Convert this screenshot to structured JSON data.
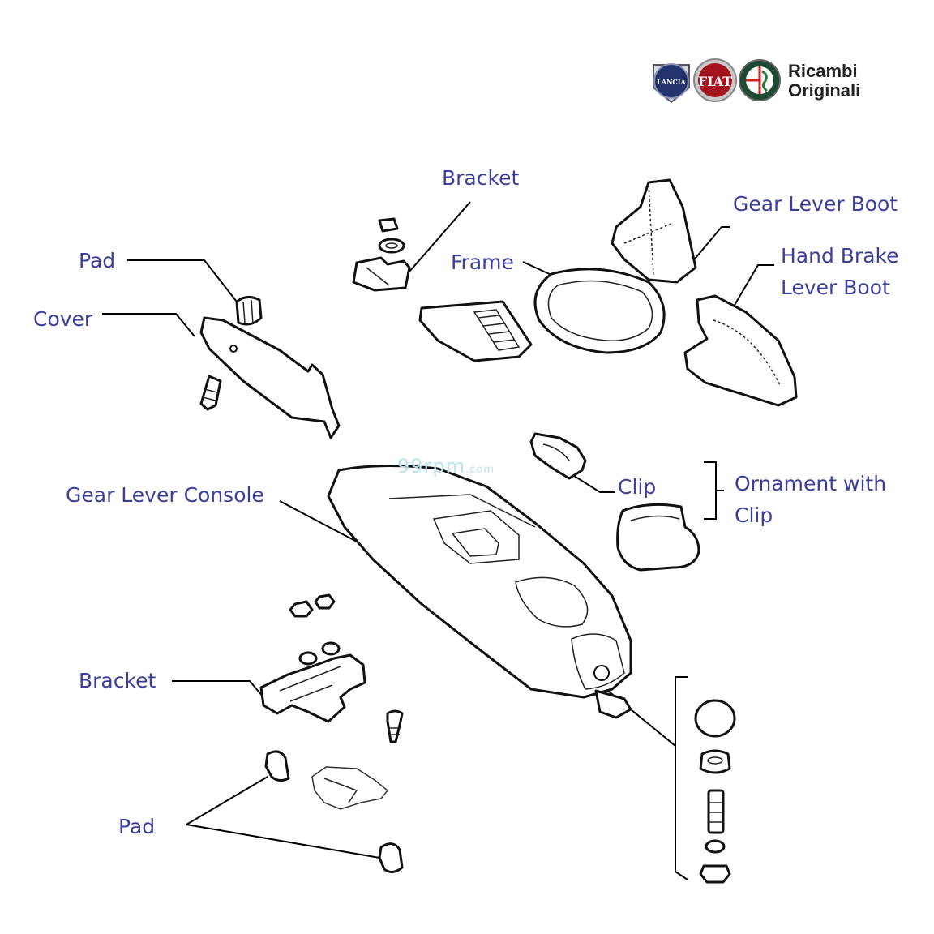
{
  "brand": {
    "line1": "Ricambi",
    "line2": "Originali",
    "logos": [
      {
        "name": "LANCIA",
        "color": "#22346b"
      },
      {
        "name": "FIAT",
        "color": "#a3141e"
      },
      {
        "name": "ALFA ROMEO",
        "color": "#1d4a33"
      }
    ]
  },
  "watermark": {
    "main": "99rpm",
    "suffix": ".com"
  },
  "labels": {
    "bracket_top": "Bracket",
    "gear_lever_boot": "Gear Lever Boot",
    "pad_top": "Pad",
    "frame": "Frame",
    "hand_brake_line1": "Hand Brake",
    "hand_brake_line2": "Lever Boot",
    "cover": "Cover",
    "gear_lever_console": "Gear Lever Console",
    "clip": "Clip",
    "ornament_line1": "Ornament with",
    "ornament_line2": "Clip",
    "bracket_bottom": "Bracket",
    "pad_bottom": "Pad"
  },
  "colors": {
    "label": "#3a3f9b",
    "line": "#000000",
    "watermark": "#b9e3ef"
  }
}
